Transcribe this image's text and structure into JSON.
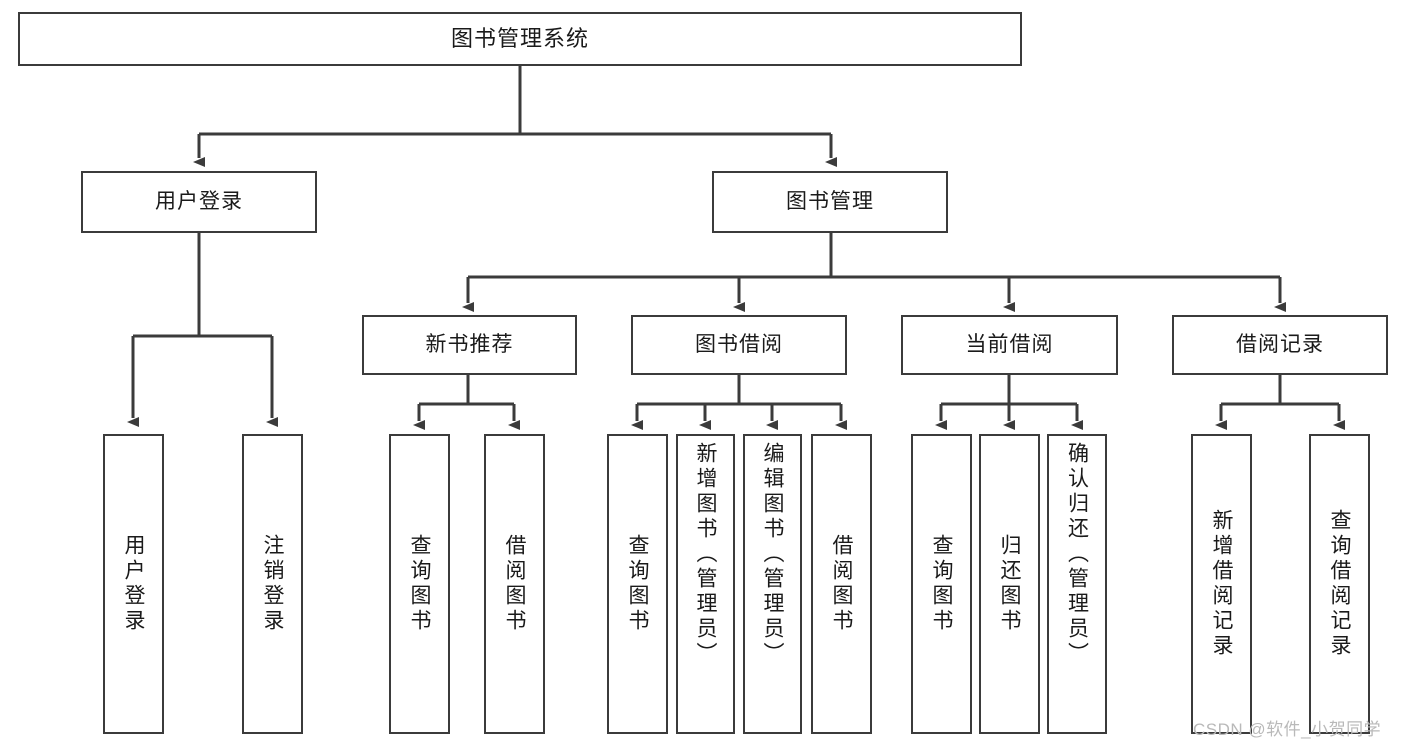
{
  "diagram": {
    "title": "图书管理系统",
    "type": "tree-hierarchy",
    "colors": {
      "box_border": "#3b3b3b",
      "box_fill": "#ffffff",
      "connector": "#3b3b3b",
      "text": "#1a1a1a",
      "watermark": "#b9b9b9",
      "background": "#ffffff"
    },
    "root": {
      "label": "图书管理系统"
    },
    "level2": [
      {
        "label": "用户登录"
      },
      {
        "label": "图书管理"
      }
    ],
    "level3": [
      {
        "label": "新书推荐"
      },
      {
        "label": "图书借阅"
      },
      {
        "label": "当前借阅"
      },
      {
        "label": "借阅记录"
      }
    ],
    "leaves": {
      "user_login": [
        {
          "label": "用户登录"
        },
        {
          "label": "注销登录"
        }
      ],
      "new_book_recommend": [
        {
          "label": "查询图书"
        },
        {
          "label": "借阅图书"
        }
      ],
      "book_borrow": [
        {
          "label": "查询图书"
        },
        {
          "label": "新增图书（管理员）"
        },
        {
          "label": "编辑图书（管理员）"
        },
        {
          "label": "借阅图书"
        }
      ],
      "current_borrow": [
        {
          "label": "查询图书"
        },
        {
          "label": "归还图书"
        },
        {
          "label": "确认归还（管理员）"
        }
      ],
      "borrow_record": [
        {
          "label": "新增借阅记录"
        },
        {
          "label": "查询借阅记录"
        }
      ]
    }
  },
  "watermark": {
    "text": "CSDN @软件_小贺同学"
  }
}
